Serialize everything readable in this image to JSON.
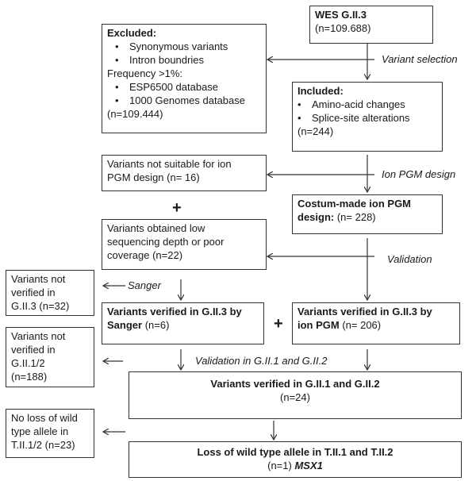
{
  "wes": {
    "title": "WES G.II.3",
    "count": "(n=109.688)"
  },
  "excluded": {
    "title": "Excluded:",
    "items": [
      "Synonymous variants",
      "Intron boundries"
    ],
    "freq_label": "Frequency >1%:",
    "freq_items": [
      "ESP6500 database",
      "1000 Genomes database"
    ],
    "count": "(n=109.444)"
  },
  "variant_selection": "Variant selection",
  "included": {
    "title": "Included:",
    "items": [
      "Amino-acid changes",
      "Splice-site alterations"
    ],
    "count": "(n=244)"
  },
  "not_suitable": {
    "line1": "Variants not suitable for ion",
    "line2": "PGM design (n= 16)"
  },
  "ion_pgm_design_label": "Ion PGM design",
  "costum": {
    "line1": "Costum-made ion PGM",
    "line2_bold": "design:",
    "line2_rest": " (n= 228)"
  },
  "plus": "+",
  "low_seq": {
    "line1": "Variants obtained low",
    "line2": "sequencing depth or poor",
    "line3": "coverage (n=22)"
  },
  "validation": "Validation",
  "not_ver_g113": {
    "line1": "Variants not",
    "line2": "verified in",
    "line3": "G.II.3 (n=32)"
  },
  "sanger_label": "Sanger",
  "ver_sanger": {
    "line1": "Variants verified in G.II.3 by",
    "line2_bold": "Sanger",
    "line2_rest": " (n=6)"
  },
  "ver_ion": {
    "line1": "Variants verified in G.II.3 by",
    "line2_bold": "ion PGM",
    "line2_rest": " (n= 206)"
  },
  "not_ver_g1112": {
    "line1": "Variants not",
    "line2": "verified in",
    "line3": "G.II.1/2",
    "line4": "(n=188)"
  },
  "validation_g": "Validation in G.II.1 and G.II.2",
  "ver_g": {
    "title": "Variants verified in G.II.1 and G.II.2",
    "count": "(n=24)"
  },
  "no_loss": {
    "line1": "No loss of wild",
    "line2": "type allele in",
    "line3": "T.II.1/2 (n=23)"
  },
  "loss": {
    "title": "Loss of wild type allele in T.II.1 and T.II.2",
    "count": "(n=1) ",
    "gene": "MSX1"
  }
}
